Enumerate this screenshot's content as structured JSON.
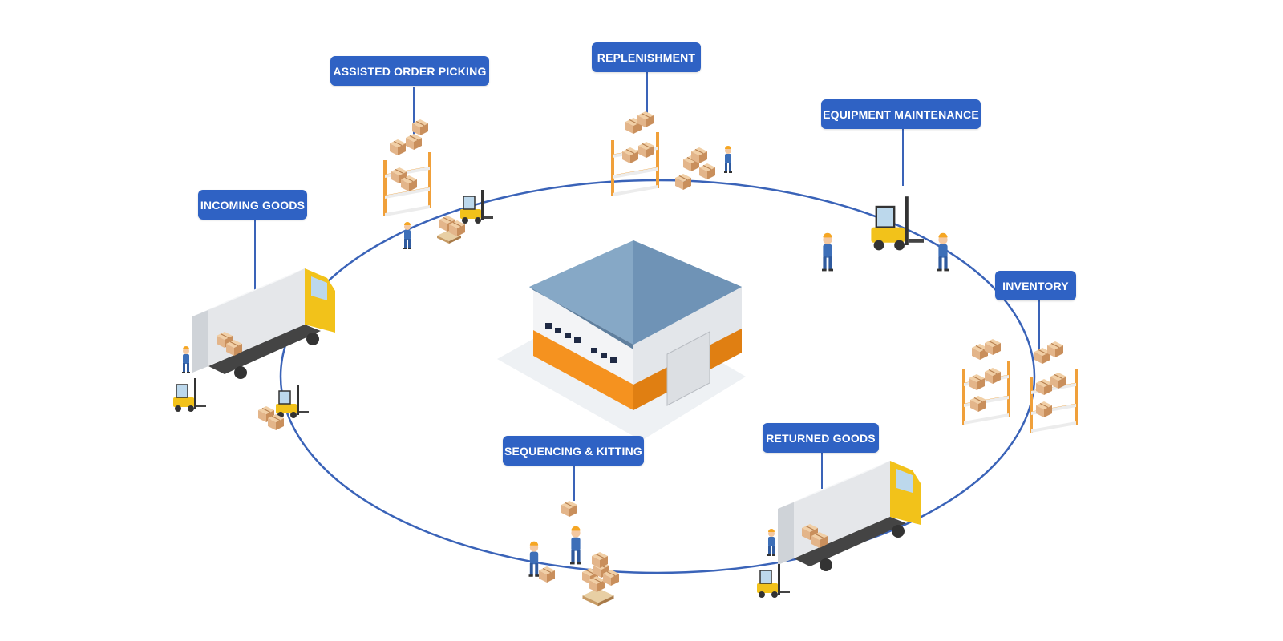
{
  "diagram": {
    "stations": [
      {
        "id": "incoming-goods",
        "label": "INCOMING GOODS"
      },
      {
        "id": "assisted-order-picking",
        "label": "ASSISTED ORDER PICKING"
      },
      {
        "id": "replenishment",
        "label": "REPLENISHMENT"
      },
      {
        "id": "equipment-maintenance",
        "label": "EQUIPMENT MAINTENANCE"
      },
      {
        "id": "inventory",
        "label": "INVENTORY"
      },
      {
        "id": "returned-goods",
        "label": "RETURNED GOODS"
      },
      {
        "id": "sequencing-kitting",
        "label": "SEQUENCING & KITTING"
      }
    ]
  },
  "colors": {
    "label_bg": "#2f62c4",
    "loop_line": "#3a63b8",
    "roof": "#86a8c6",
    "wall": "#f3f4f6",
    "stripe": "#f5921f",
    "box": "#e3b58a",
    "rack": "#f0a03a",
    "forklift": "#f2c21a",
    "truck_cab": "#f2c21a",
    "worker_uniform": "#3d6fb8"
  }
}
